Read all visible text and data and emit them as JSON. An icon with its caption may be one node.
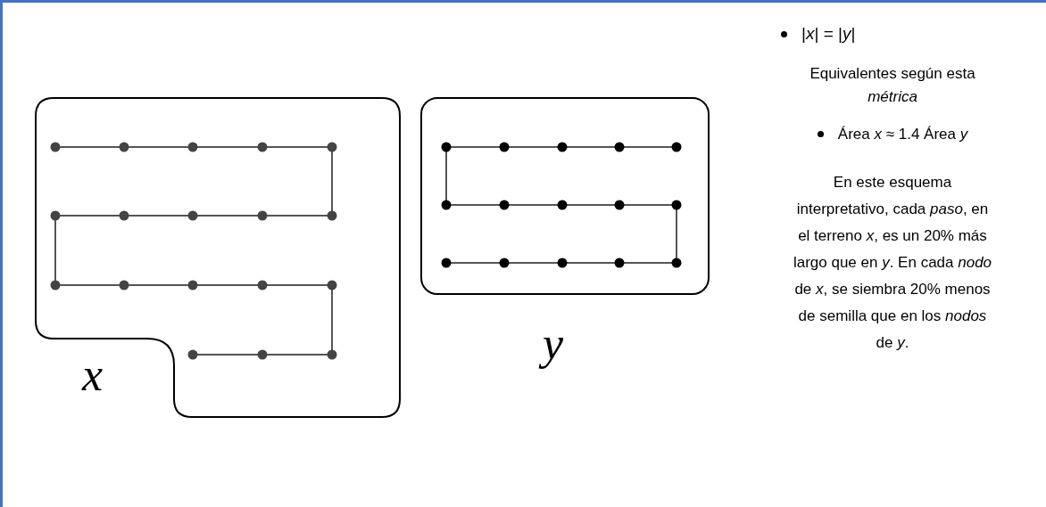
{
  "diagram": {
    "labels": [
      "x",
      "y",
      "|*x*| = |*y*|",
      "Equivalentes según esta *métrica*",
      "Área *x* ≈ 1.4 Área *y*",
      "En este esquema interpretativo, cada *paso*, en el terreno *x*, es un 20% más largo que en *y*. En cada *nodo* de *x*, se siembra 20% menos de semilla que en los *nodos* de *y*."
    ]
  }
}
